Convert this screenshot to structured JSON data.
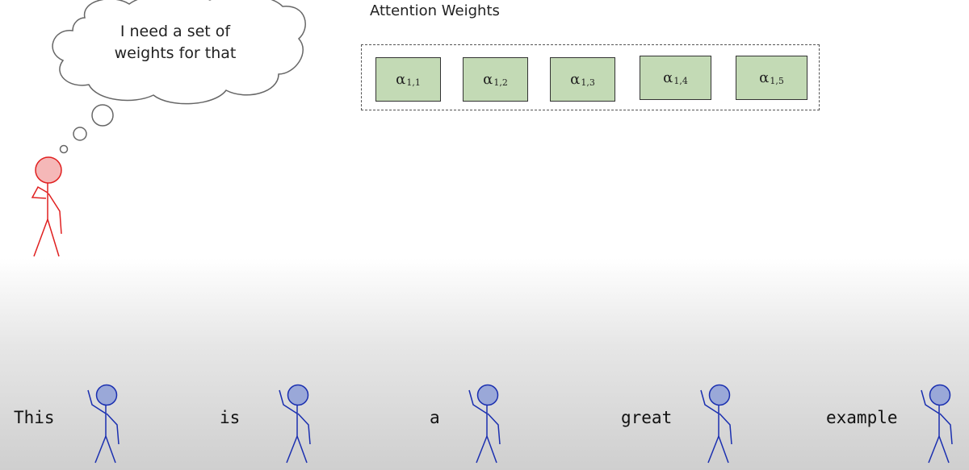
{
  "thought": {
    "line1": "I need a set of",
    "line2": "weights for that"
  },
  "weights": {
    "title": "Attention Weights",
    "items": [
      {
        "symbol": "α",
        "sub": "1,1"
      },
      {
        "symbol": "α",
        "sub": "1,2"
      },
      {
        "symbol": "α",
        "sub": "1,3"
      },
      {
        "symbol": "α",
        "sub": "1,4"
      },
      {
        "symbol": "α",
        "sub": "1,5"
      }
    ]
  },
  "words": [
    "This",
    "is",
    "a",
    "great",
    "example"
  ],
  "colors": {
    "thinker": "#e02020",
    "thinker_fill": "#f5b8b8",
    "word_figure": "#1a2fb0",
    "word_figure_fill": "#9aa8d8",
    "weight_fill": "#c3dab5",
    "cloud_stroke": "#666666"
  }
}
